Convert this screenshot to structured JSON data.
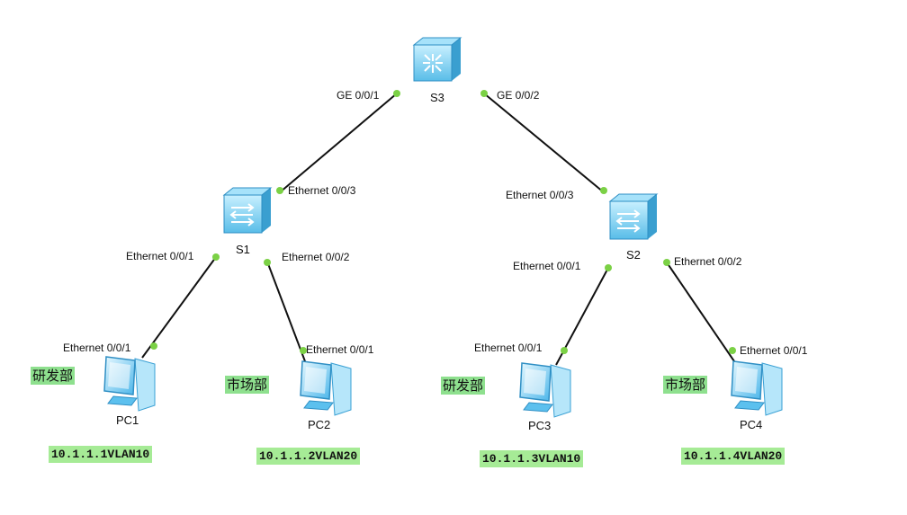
{
  "devices": {
    "s3": {
      "name": "S3"
    },
    "s1": {
      "name": "S1"
    },
    "s2": {
      "name": "S2"
    },
    "pc1": {
      "name": "PC1"
    },
    "pc2": {
      "name": "PC2"
    },
    "pc3": {
      "name": "PC3"
    },
    "pc4": {
      "name": "PC4"
    }
  },
  "ports": {
    "s3_left": "GE 0/0/1",
    "s3_right": "GE 0/0/2",
    "s1_up": "Ethernet 0/0/3",
    "s1_left": "Ethernet 0/0/1",
    "s1_right": "Ethernet 0/0/2",
    "s2_up": "Ethernet 0/0/3",
    "s2_left": "Ethernet 0/0/1",
    "s2_right": "Ethernet 0/0/2",
    "pc1": "Ethernet 0/0/1",
    "pc2": "Ethernet 0/0/1",
    "pc3": "Ethernet 0/0/1",
    "pc4": "Ethernet 0/0/1"
  },
  "departments": {
    "pc1": "研发部",
    "pc2": "市场部",
    "pc3": "研发部",
    "pc4": "市场部"
  },
  "addresses": {
    "pc1": "10.1.1.1VLAN10",
    "pc2": "10.1.1.2VLAN20",
    "pc3": "10.1.1.3VLAN10",
    "pc4": "10.1.1.4VLAN20"
  },
  "colors": {
    "switch": "#7fd3f2",
    "pc": "#6fc8f0",
    "port_dot": "#7bd145",
    "tag_bg": "#8ee08e"
  }
}
